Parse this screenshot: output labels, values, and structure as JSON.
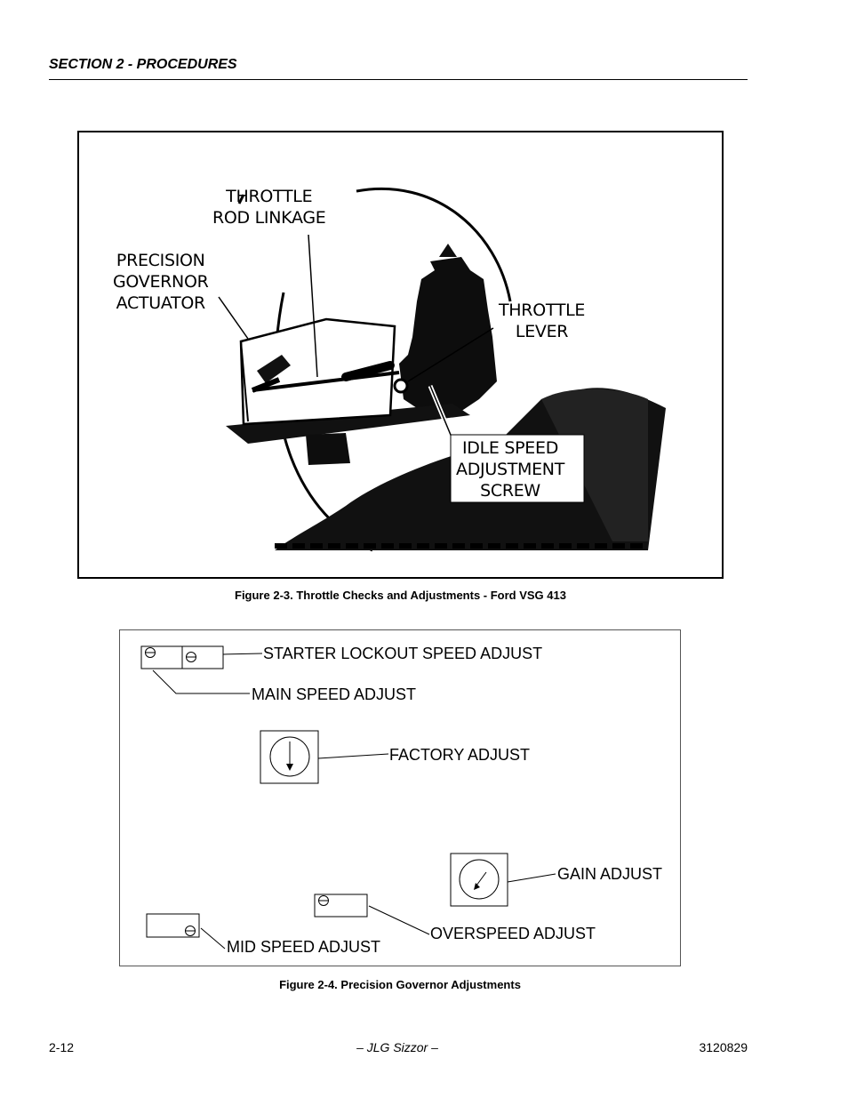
{
  "header": {
    "section": "SECTION 2 - PROCEDURES"
  },
  "figure3": {
    "labels": {
      "throttle_rod_linkage": "THROTTLE\nROD LINKAGE",
      "precision_governor_actuator": "PRECISION\nGOVERNOR\nACTUATOR",
      "throttle_lever": "THROTTLE\nLEVER",
      "idle_speed_adjustment_screw": "IDLE SPEED\nADJUSTMENT\nSCREW"
    },
    "caption": "Figure 2-3.  Throttle Checks and Adjustments - Ford VSG 413"
  },
  "figure4": {
    "labels": {
      "starter_lockout": "STARTER LOCKOUT SPEED ADJUST",
      "main_speed": "MAIN SPEED ADJUST",
      "factory": "FACTORY ADJUST",
      "gain": "GAIN ADJUST",
      "overspeed": "OVERSPEED ADJUST",
      "mid_speed": "MID SPEED ADJUST"
    },
    "caption": "Figure 2-4.  Precision Governor Adjustments"
  },
  "footer": {
    "page_number": "2-12",
    "title": "– JLG Sizzor –",
    "doc_number": "3120829"
  }
}
